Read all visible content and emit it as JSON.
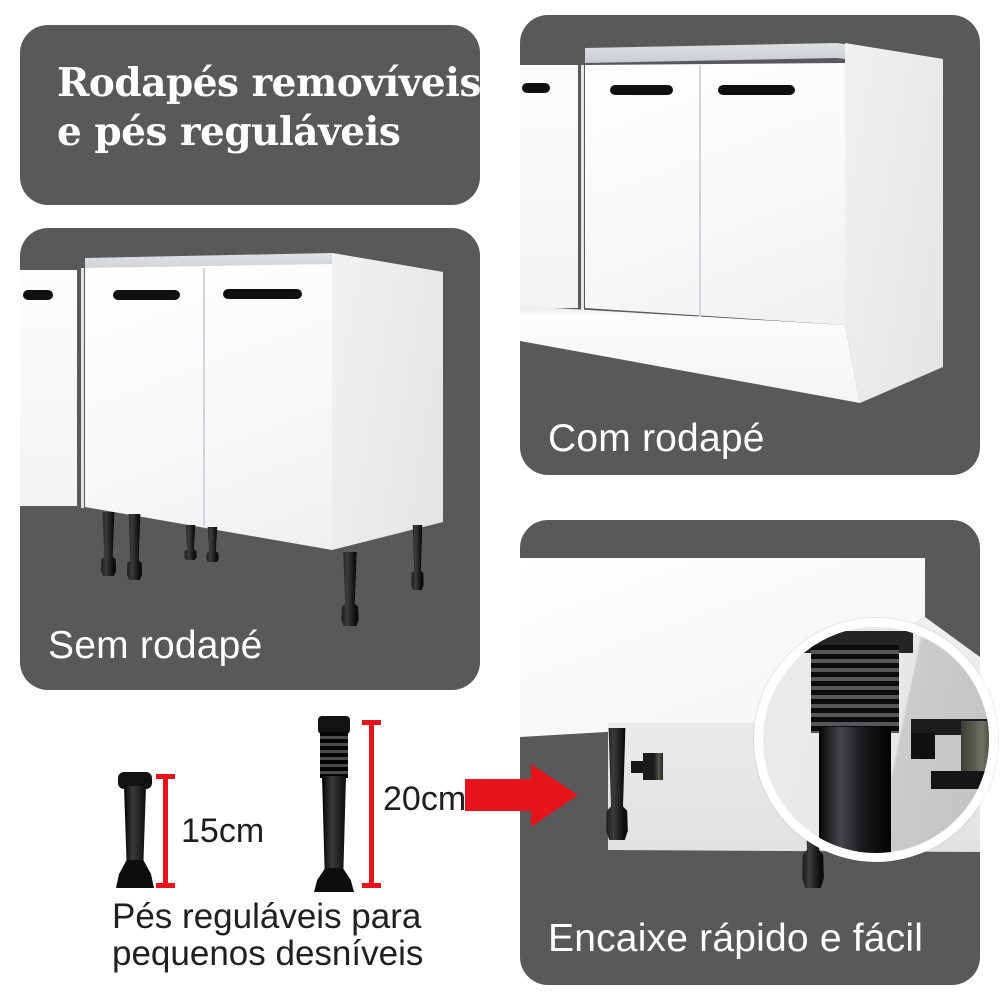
{
  "title_card": {
    "line1": "Rodapés removíveis",
    "line2": "e pés reguláveis"
  },
  "sections": {
    "sem_rodape": {
      "label": "Sem rodapé"
    },
    "com_rodape": {
      "label": "Com rodapé"
    },
    "encaixe": {
      "label": "Encaixe rápido e fácil"
    }
  },
  "feet_guide": {
    "short_height": "15cm",
    "tall_height": "20cm",
    "caption_line1": "Pés reguláveis para",
    "caption_line2": "pequenos desníveis"
  },
  "icons": {
    "red_arrow": "solid-right-arrow",
    "magnifier": "zoom-detail-circle"
  },
  "colors": {
    "panel_gray": "#59595B",
    "accent_red": "#E8141B",
    "counter_gray": "#CFD3D5",
    "cabinet_white": "#FCFDFD",
    "foot_black": "#131313",
    "text_white": "#FFFFFF",
    "text_dark": "#1F1F1F"
  }
}
